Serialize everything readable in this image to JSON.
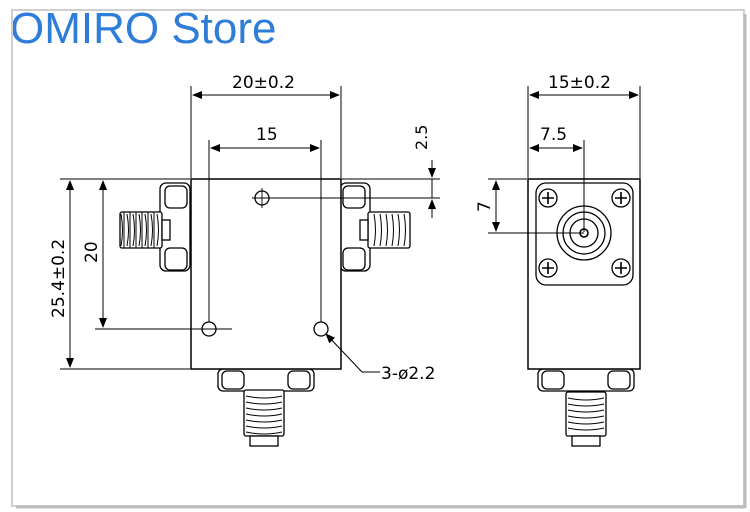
{
  "header": {
    "title": "OMIRO Store"
  },
  "dimensions": {
    "width_total": "20±0.2",
    "hole_spacing_x": "15",
    "top_offset": "2.5",
    "height_total": "25.4±0.2",
    "hole_spacing_y": "20",
    "hole_callout": "3-ø2.2",
    "side_width": "15±0.2",
    "side_center_x": "7.5",
    "side_center_y": "7"
  }
}
